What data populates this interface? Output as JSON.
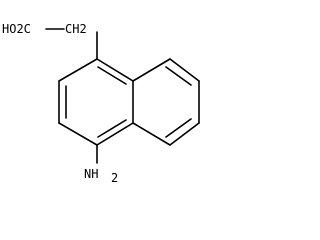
{
  "molecule": {
    "carboxyl_label": "HO2C",
    "methylene_label": "CH2",
    "methylene_sub": "2",
    "amino_label": "NH",
    "amino_sub": "2"
  }
}
